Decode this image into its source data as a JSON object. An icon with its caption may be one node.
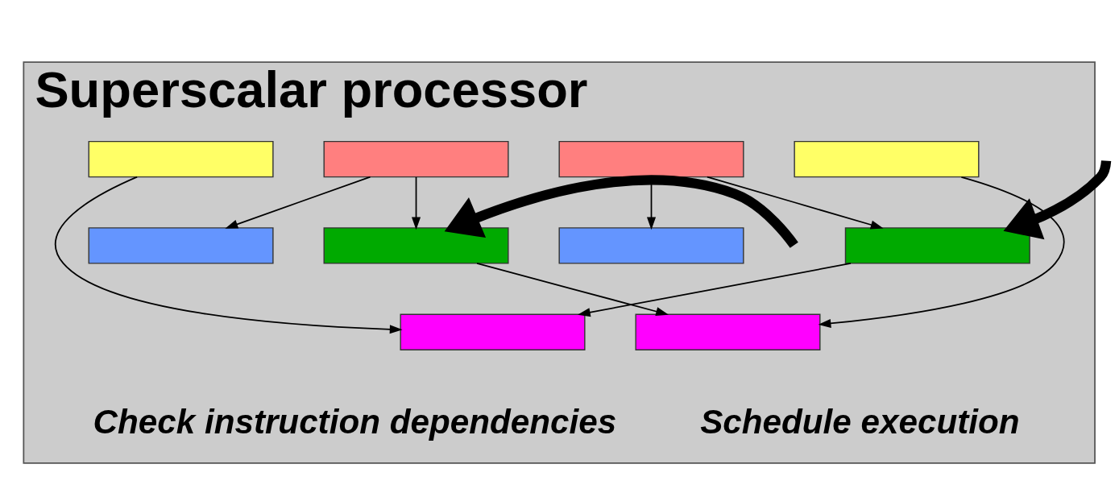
{
  "diagram": {
    "nodes": [
      {
        "text": [
          "Superscalar processor"
        ]
      },
      {
        "text": [],
        "shape": "box",
        "in": 0
      },
      {
        "text": [],
        "shape": "box",
        "in": 0
      },
      {
        "text": [],
        "shape": "box",
        "in": 0
      },
      {
        "text": [],
        "shape": "box",
        "in": 0
      },
      {
        "text": [],
        "shape": "box",
        "in": 0
      },
      {
        "text": [],
        "shape": "box",
        "in": 0
      },
      {
        "text": [],
        "shape": "box",
        "in": 0
      },
      {
        "text": [],
        "shape": "box",
        "in": 0
      },
      {
        "text": [],
        "shape": "box",
        "in": 0
      },
      {
        "text": [],
        "shape": "box",
        "in": 0
      }
    ],
    "edges": [
      {
        "from": 1,
        "to": 3,
        "arrow": "to"
      },
      {
        "from": 3,
        "to": 5,
        "arrow": "to"
      },
      {
        "from": 1,
        "to": 4,
        "arrow": "to"
      },
      {
        "from": 2,
        "to": 5,
        "arrow": "to"
      },
      {
        "from": 6,
        "to": 8,
        "arrow": "to"
      },
      {
        "from": 8,
        "to": 10,
        "arrow": "to"
      },
      {
        "from": 6,
        "to": 9,
        "arrow": "to"
      },
      {
        "from": 7,
        "to": 10,
        "arrow": "to"
      },
      {
        "from": null,
        "to": 3,
        "arrow": "to",
        "style": "thick"
      },
      {
        "from": null,
        "to": 8,
        "arrow": "to",
        "style": "thick"
      }
    ],
    "labels": [
      "Check instruction dependencies",
      "Schedule execution"
    ]
  }
}
